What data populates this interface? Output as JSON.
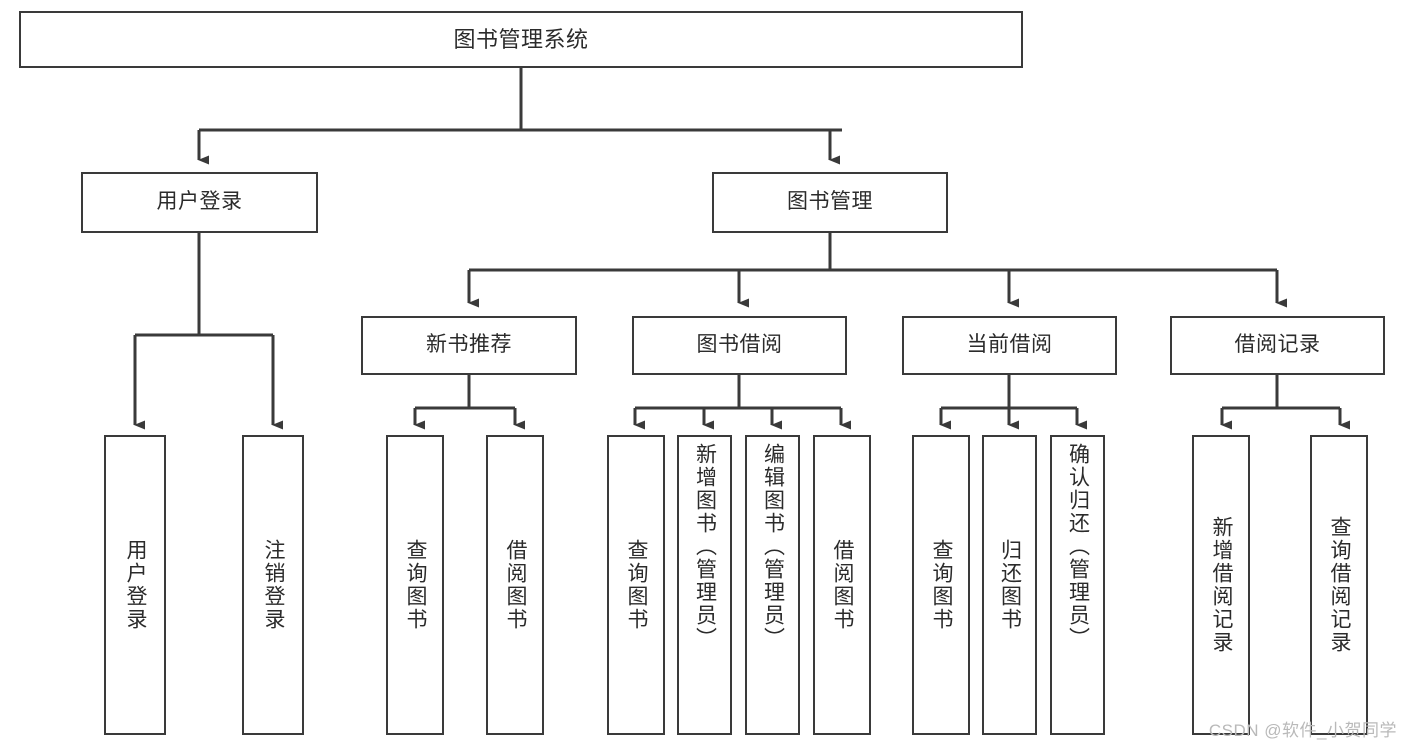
{
  "diagram": {
    "title": "图书管理系统",
    "type": "tree",
    "stroke_color": "#3a3a3a",
    "text_color": "#2b2b2b",
    "background_color": "#ffffff",
    "watermark": "CSDN @软件_小贺同学",
    "levels": {
      "root": "图书管理系统",
      "level2": [
        "用户登录",
        "图书管理"
      ],
      "level3": [
        "新书推荐",
        "图书借阅",
        "当前借阅",
        "借阅记录"
      ]
    },
    "nodes": {
      "root": {
        "label": "图书管理系统"
      },
      "user_login": {
        "label": "用户登录"
      },
      "book_manage": {
        "label": "图书管理"
      },
      "new_book_rec": {
        "label": "新书推荐"
      },
      "book_borrow": {
        "label": "图书借阅"
      },
      "current_borrow": {
        "label": "当前借阅"
      },
      "borrow_record": {
        "label": "借阅记录"
      }
    },
    "leaves": {
      "user_login": [
        {
          "label": "用户登录"
        },
        {
          "label": "注销登录"
        }
      ],
      "new_book_rec": [
        {
          "label": "查询图书"
        },
        {
          "label": "借阅图书"
        }
      ],
      "book_borrow": [
        {
          "label": "查询图书"
        },
        {
          "label": "新增图书（管理员）"
        },
        {
          "label": "编辑图书（管理员）"
        },
        {
          "label": "借阅图书"
        }
      ],
      "current_borrow": [
        {
          "label": "查询图书"
        },
        {
          "label": "归还图书"
        },
        {
          "label": "确认归还（管理员）"
        }
      ],
      "borrow_record": [
        {
          "label": "新增借阅记录"
        },
        {
          "label": "查询借阅记录"
        }
      ]
    }
  }
}
